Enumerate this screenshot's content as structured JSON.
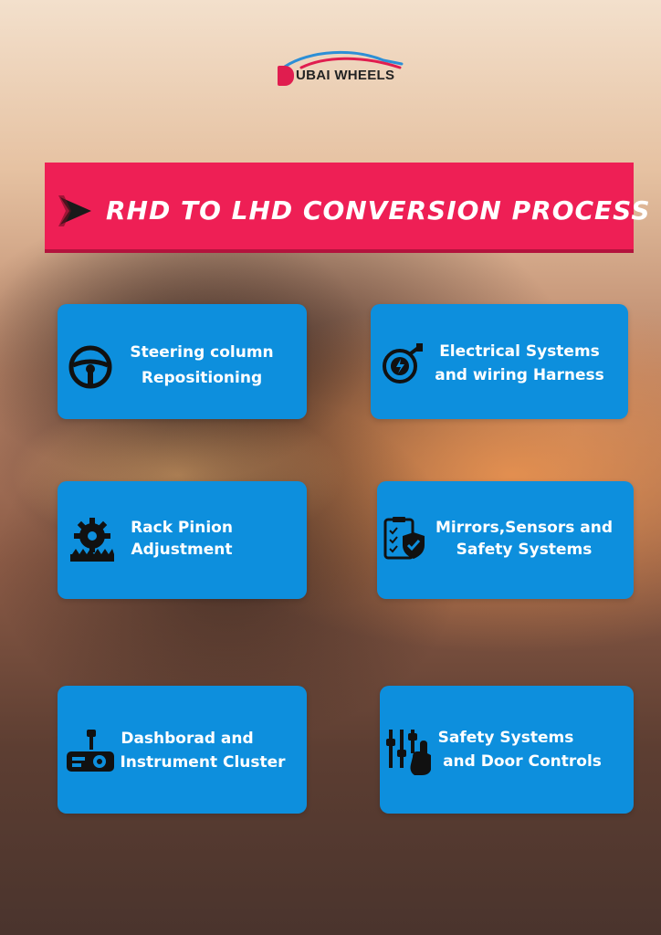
{
  "brand": {
    "name": "UBAI WHEELS",
    "logo_letter": "D"
  },
  "banner": {
    "title": "RHD TO LHD CONVERSION PROCESS"
  },
  "steps": [
    {
      "icon": "steering-wheel-icon",
      "line1": "Steering column",
      "line2": "Repositioning"
    },
    {
      "icon": "electric-plug-icon",
      "line1": "Electrical Systems",
      "line2": "and wiring Harness"
    },
    {
      "icon": "gear-icon",
      "line1": "Rack Pinion",
      "line2": "Adjustment"
    },
    {
      "icon": "checklist-shield-icon",
      "line1": "Mirrors,Sensors and",
      "line2": "Safety Systems"
    },
    {
      "icon": "projector-icon",
      "line1": "Dashborad and",
      "line2": "Instrument Cluster"
    },
    {
      "icon": "hand-controls-icon",
      "line1": "Safety Systems",
      "line2": "and Door Controls"
    }
  ],
  "colors": {
    "banner": "#ee1f55",
    "card": "#0d8fdd",
    "text": "#ffffff"
  }
}
